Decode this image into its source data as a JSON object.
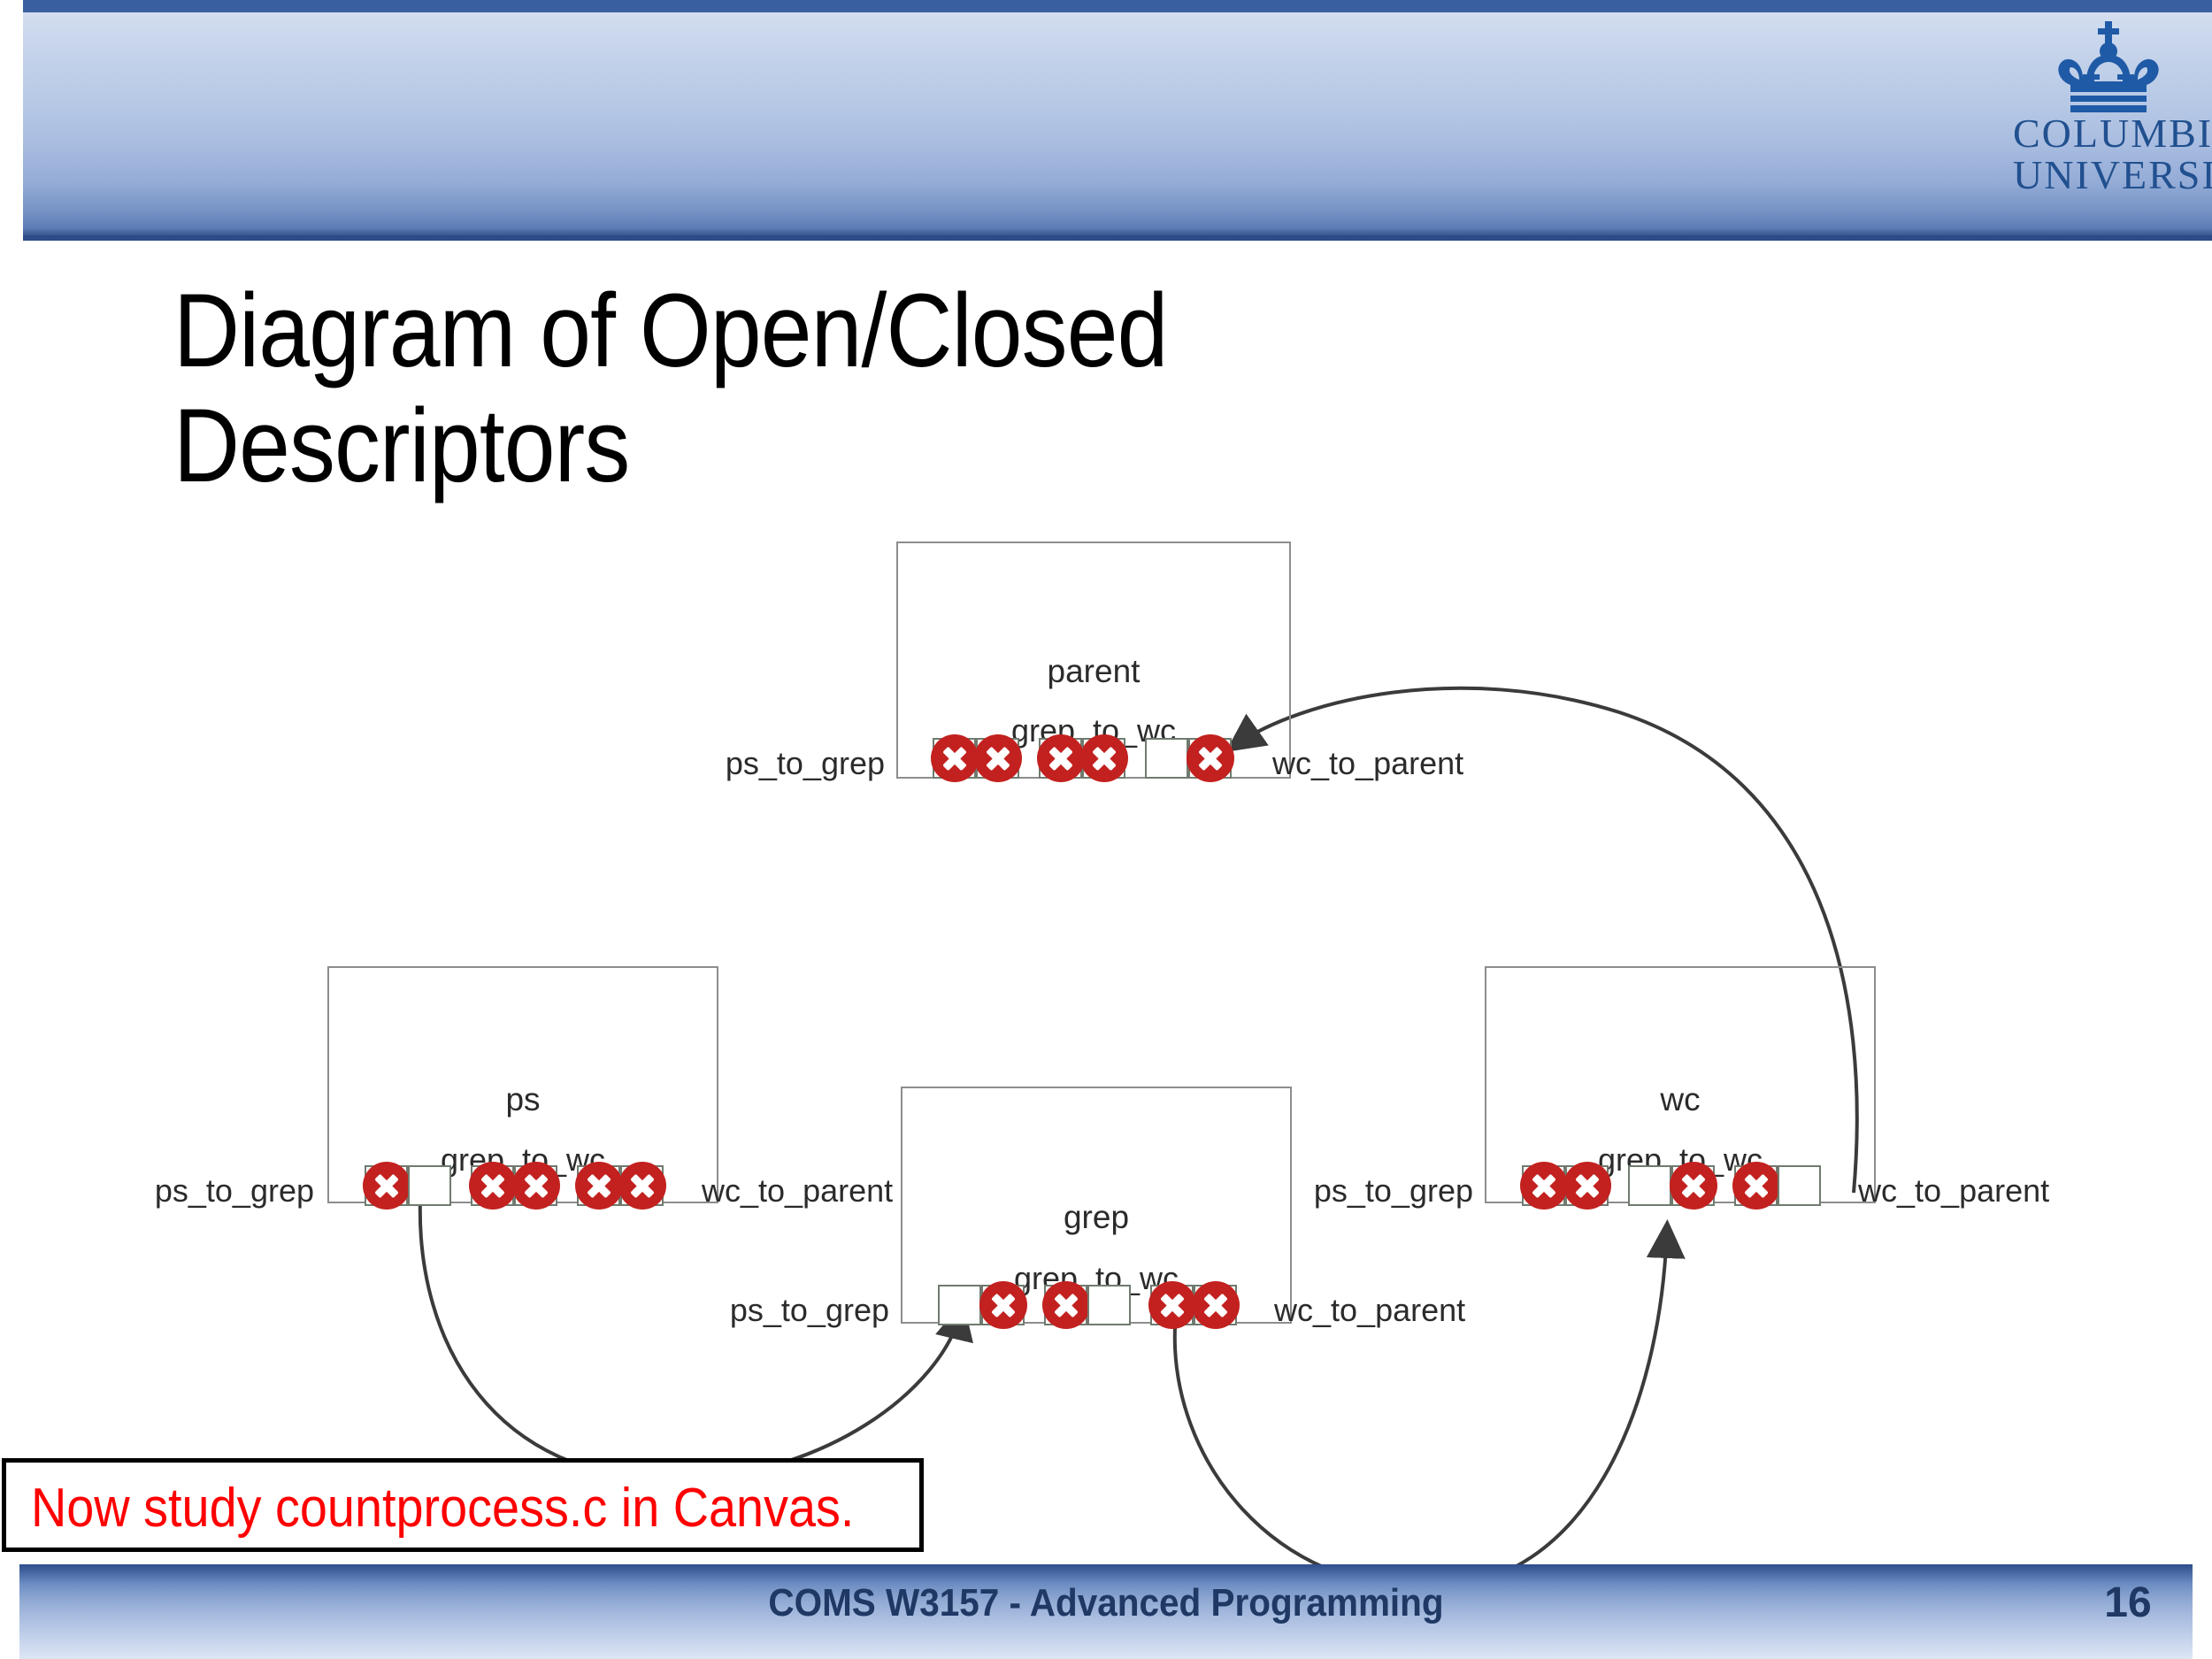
{
  "slide": {
    "title": "Diagram of Open/Closed Descriptors",
    "callout": "Now study countprocess.c in Canvas.",
    "footer_title": "COMS W3157 - Advanced Programming",
    "page_number": "16"
  },
  "logo": {
    "icon": "columbia-crown-icon",
    "line1": "COLUMBIA",
    "line2": "UNIVERSITY",
    "color": "#21508f"
  },
  "colors": {
    "banner_top": "#dbe4f2",
    "banner_bottom": "#37558f",
    "closed_marker": "#c2211f",
    "callout_text": "#ff0000",
    "footer_text": "#1f3864",
    "box_border": "#8d8d8d",
    "slot_border": "#6f7b6f"
  },
  "diagram": {
    "left_label": "ps_to_grep",
    "right_label": "wc_to_parent",
    "middle_label": "grep_to_wc",
    "processes": [
      {
        "name": "parent",
        "slots": [
          "closed",
          "closed",
          "closed",
          "closed",
          "open",
          "closed"
        ]
      },
      {
        "name": "ps",
        "slots": [
          "closed",
          "open",
          "closed",
          "closed",
          "closed",
          "closed"
        ]
      },
      {
        "name": "grep",
        "slots": [
          "open",
          "closed",
          "closed",
          "open",
          "closed",
          "closed"
        ]
      },
      {
        "name": "wc",
        "slots": [
          "closed",
          "closed",
          "open",
          "closed",
          "closed",
          "open"
        ]
      }
    ],
    "arrows": [
      {
        "from": "ps.ps_to_grep-write",
        "to": "grep.ps_to_grep-read"
      },
      {
        "from": "grep.grep_to_wc-write",
        "to": "wc.grep_to_wc-read"
      },
      {
        "from": "wc.wc_to_parent-write",
        "to": "parent.wc_to_parent-read"
      }
    ]
  }
}
